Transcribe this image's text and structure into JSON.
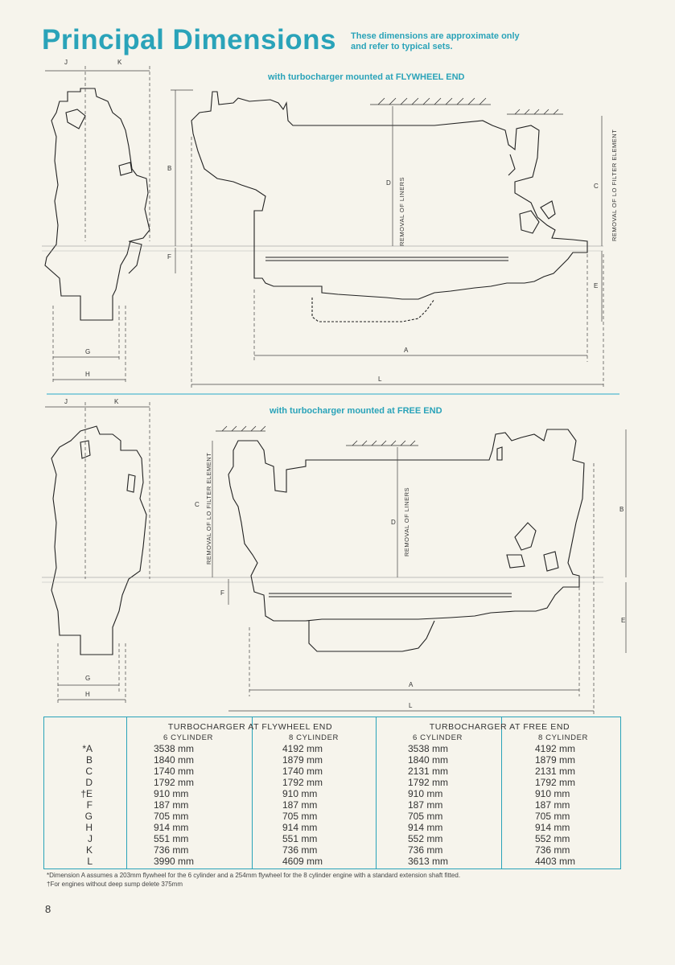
{
  "header": {
    "title": "Principal Dimensions",
    "note_line1": "These dimensions are approximate only",
    "note_line2": "and refer to typical sets."
  },
  "diagram_top": {
    "caption": "with turbocharger mounted at FLYWHEEL END",
    "labels": {
      "J": "J",
      "K": "K",
      "G": "G",
      "H": "H",
      "B": "B",
      "F": "F",
      "D": "D",
      "C": "C",
      "E": "E",
      "A": "A",
      "L": "L"
    },
    "removal_liners": "REMOVAL OF LINERS",
    "removal_filter": "REMOVAL OF LO FILTER ELEMENT"
  },
  "diagram_bottom": {
    "caption": "with turbocharger mounted at FREE END",
    "labels": {
      "J": "J",
      "K": "K",
      "G": "G",
      "H": "H",
      "B": "B",
      "F": "F",
      "D": "D",
      "C": "C",
      "E": "E",
      "A": "A",
      "L": "L"
    },
    "removal_liners": "REMOVAL OF LINERS",
    "removal_filter": "REMOVAL OF LO FILTER ELEMENT"
  },
  "table": {
    "group1": "TURBOCHARGER AT FLYWHEEL END",
    "group2": "TURBOCHARGER AT FREE END",
    "col_6cyl": "6 CYLINDER",
    "col_8cyl": "8 CYLINDER",
    "rows": [
      {
        "label": "*A",
        "v1": "3538 mm",
        "v2": "4192 mm",
        "v3": "3538 mm",
        "v4": "4192 mm"
      },
      {
        "label": "B",
        "v1": "1840 mm",
        "v2": "1879 mm",
        "v3": "1840 mm",
        "v4": "1879 mm"
      },
      {
        "label": "C",
        "v1": "1740 mm",
        "v2": "1740 mm",
        "v3": "2131 mm",
        "v4": "2131 mm"
      },
      {
        "label": "D",
        "v1": "1792 mm",
        "v2": "1792 mm",
        "v3": "1792 mm",
        "v4": "1792 mm"
      },
      {
        "label": "†E",
        "v1": "910 mm",
        "v2": "910 mm",
        "v3": "910 mm",
        "v4": "910 mm"
      },
      {
        "label": "F",
        "v1": "187 mm",
        "v2": "187 mm",
        "v3": "187 mm",
        "v4": "187 mm"
      },
      {
        "label": "G",
        "v1": "705 mm",
        "v2": "705 mm",
        "v3": "705 mm",
        "v4": "705 mm"
      },
      {
        "label": "H",
        "v1": "914 mm",
        "v2": "914 mm",
        "v3": "914 mm",
        "v4": "914 mm"
      },
      {
        "label": "J",
        "v1": "551 mm",
        "v2": "551 mm",
        "v3": "552 mm",
        "v4": "552 mm"
      },
      {
        "label": "K",
        "v1": "736 mm",
        "v2": "736 mm",
        "v3": "736 mm",
        "v4": "736 mm"
      },
      {
        "label": "L",
        "v1": "3990 mm",
        "v2": "4609 mm",
        "v3": "3613 mm",
        "v4": "4403 mm"
      }
    ]
  },
  "footnotes": {
    "note1": "*Dimension A assumes a 203mm flywheel for the 6 cylinder and a 254mm flywheel for the 8 cylinder engine with a standard extension shaft fitted.",
    "note2": "†For engines without deep sump delete 375mm"
  },
  "page": {
    "number": "8"
  }
}
